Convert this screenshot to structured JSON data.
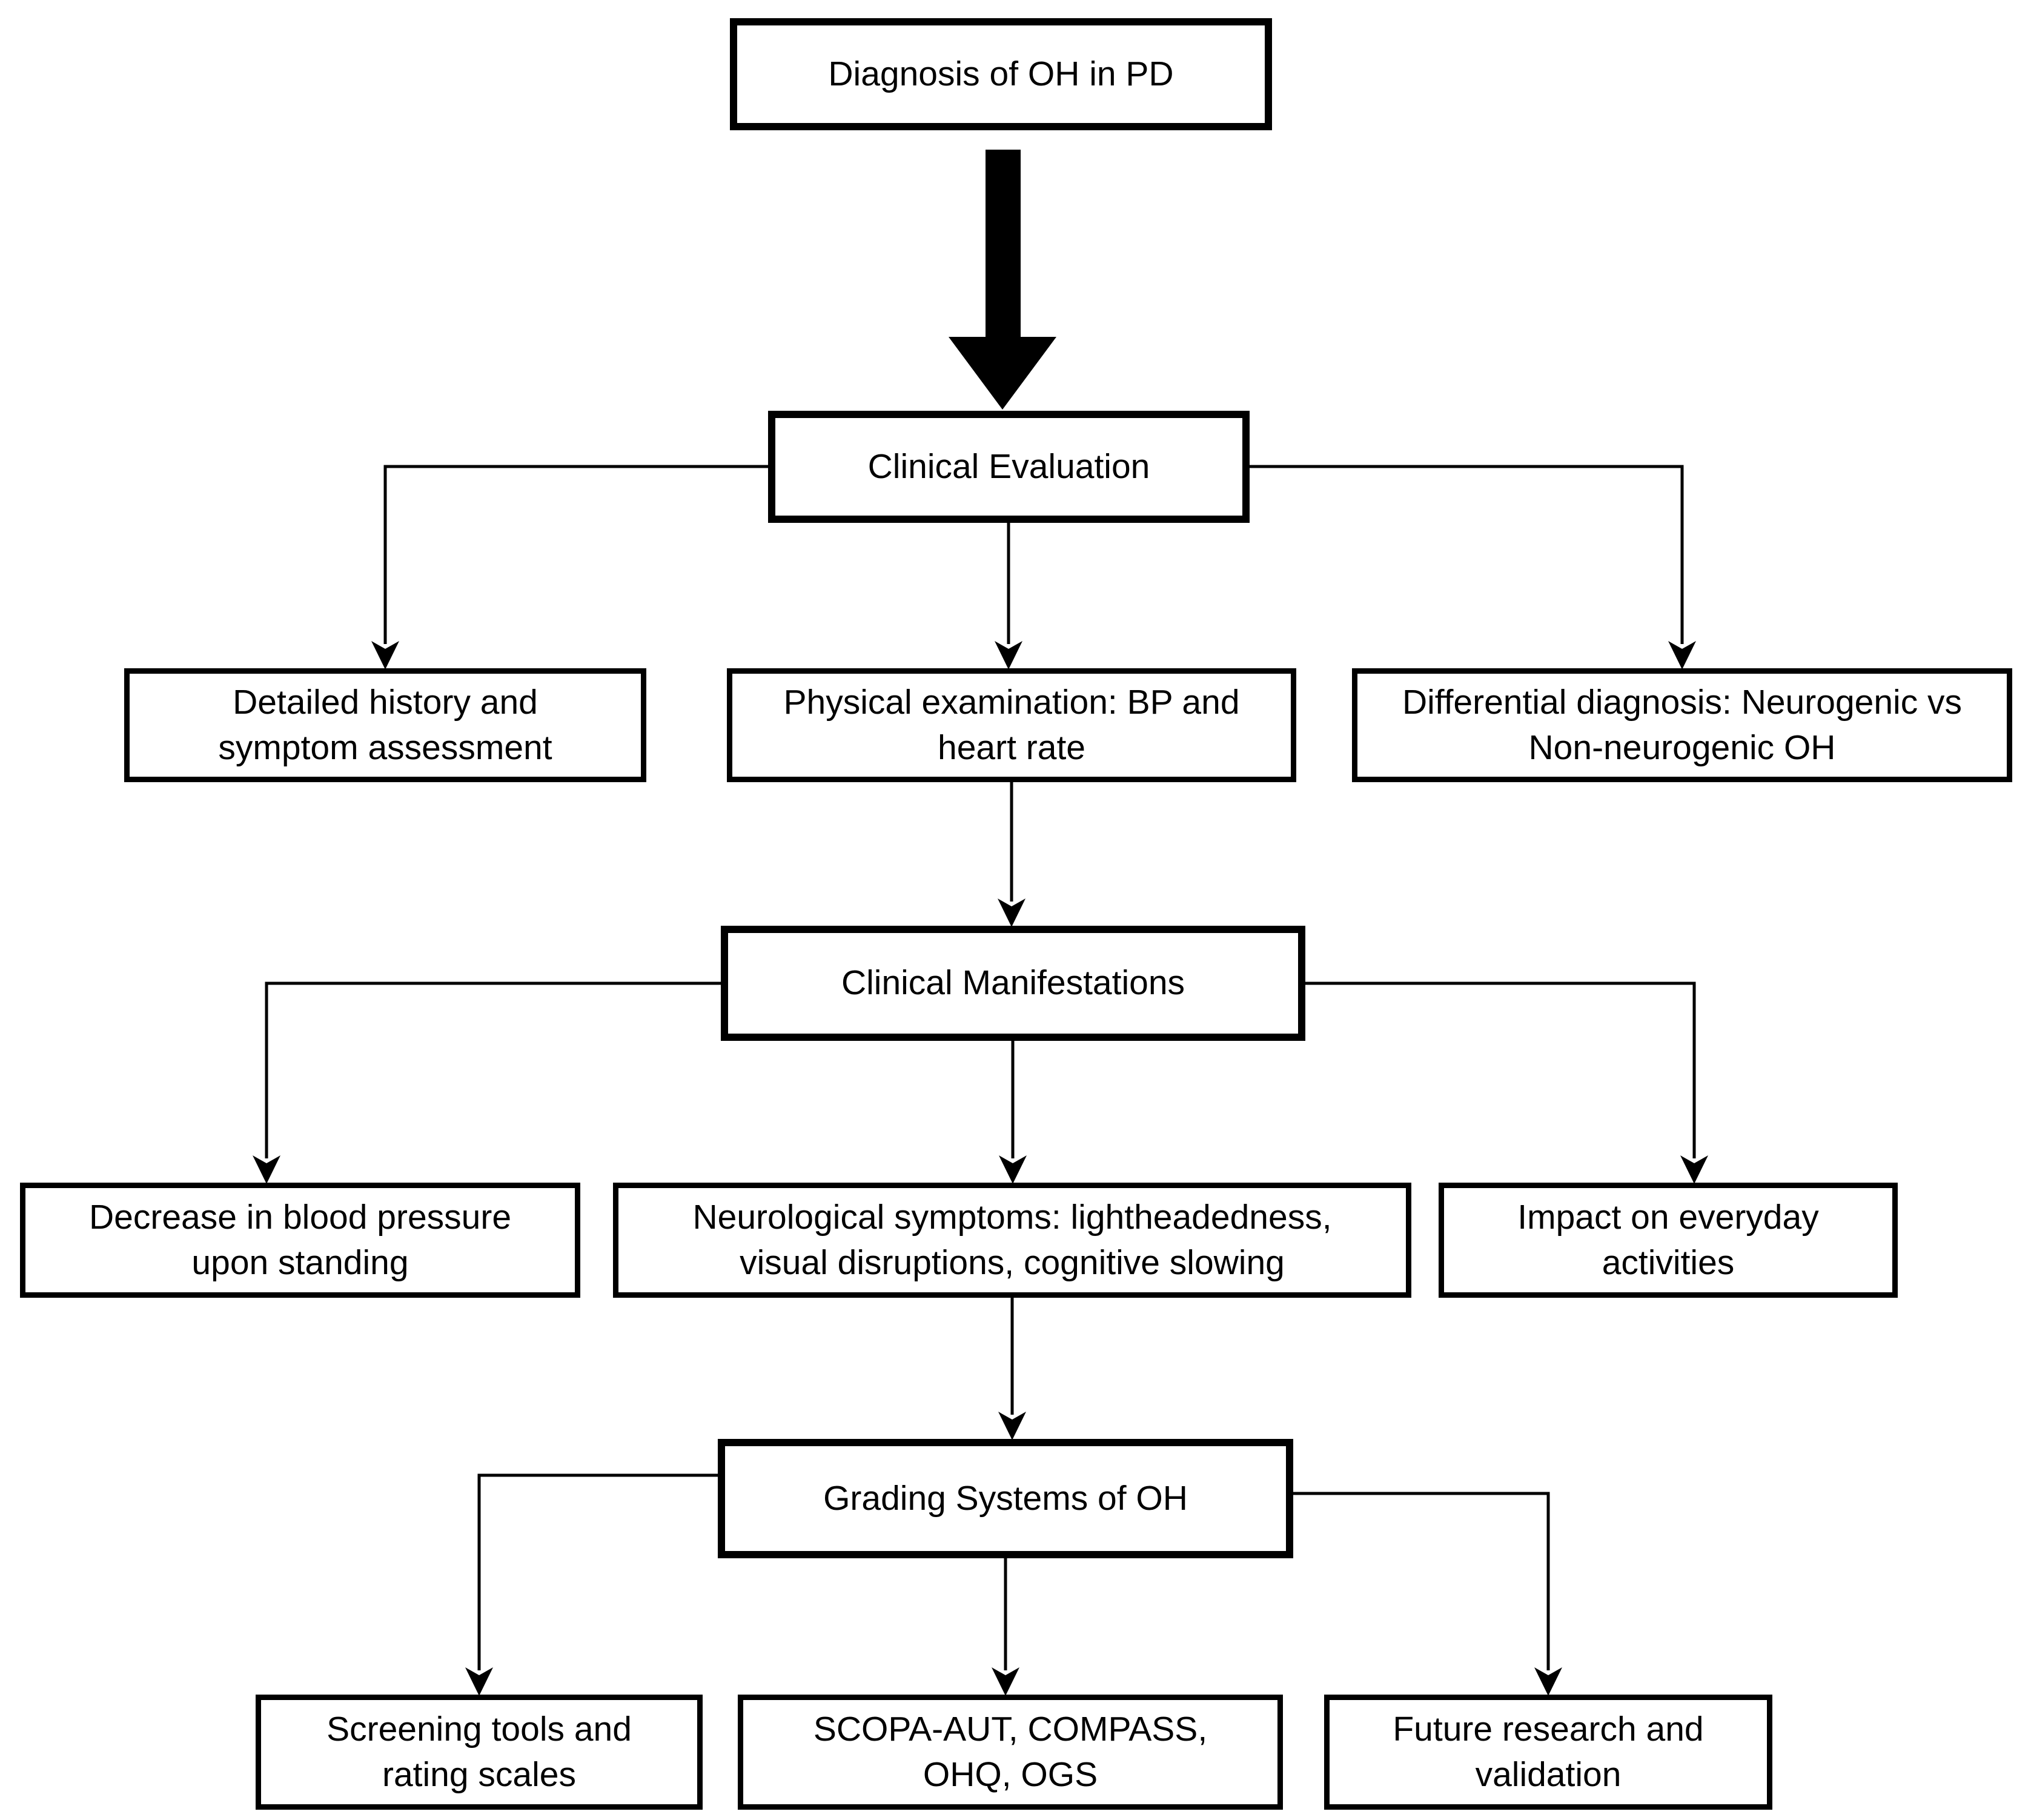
{
  "nodes": {
    "diagnosis": {
      "label": "Diagnosis of OH in PD"
    },
    "clinical_eval": {
      "label": "Clinical Evaluation"
    },
    "detailed": {
      "label": "Detailed history and\nsymptom assessment"
    },
    "physical": {
      "label": "Physical examination: BP and\nheart rate"
    },
    "differential": {
      "label": "Differential diagnosis: Neurogenic vs\nNon-neurogenic OH"
    },
    "manifestations": {
      "label": "Clinical Manifestations"
    },
    "decrease": {
      "label": "Decrease in blood pressure\nupon standing"
    },
    "neuro": {
      "label": "Neurological symptoms: lightheadedness,\nvisual disruptions, cognitive slowing"
    },
    "impact": {
      "label": "Impact on everyday\nactivities"
    },
    "grading": {
      "label": "Grading Systems of OH"
    },
    "screening": {
      "label": "Screening tools and\nrating scales"
    },
    "scopa": {
      "label": "SCOPA-AUT, COMPASS,\nOHQ, OGS"
    },
    "future": {
      "label": "Future research and\nvalidation"
    }
  },
  "edges": [
    {
      "from": "diagnosis",
      "to": "clinical_eval",
      "style": "thick-solid-arrow"
    },
    {
      "from": "clinical_eval",
      "to": "detailed",
      "style": "line-arrow"
    },
    {
      "from": "clinical_eval",
      "to": "physical",
      "style": "line-arrow"
    },
    {
      "from": "clinical_eval",
      "to": "differential",
      "style": "line-arrow"
    },
    {
      "from": "physical",
      "to": "manifestations",
      "style": "line-arrow"
    },
    {
      "from": "manifestations",
      "to": "decrease",
      "style": "line-arrow"
    },
    {
      "from": "manifestations",
      "to": "neuro",
      "style": "line-arrow"
    },
    {
      "from": "manifestations",
      "to": "impact",
      "style": "line-arrow"
    },
    {
      "from": "neuro",
      "to": "grading",
      "style": "line-arrow"
    },
    {
      "from": "grading",
      "to": "screening",
      "style": "line-arrow"
    },
    {
      "from": "grading",
      "to": "scopa",
      "style": "line-arrow"
    },
    {
      "from": "grading",
      "to": "future",
      "style": "line-arrow"
    }
  ],
  "colors": {
    "background": "#ffffff",
    "box_fill": "#ffffff",
    "box_border": "#000000",
    "line": "#000000",
    "text": "#000000"
  }
}
